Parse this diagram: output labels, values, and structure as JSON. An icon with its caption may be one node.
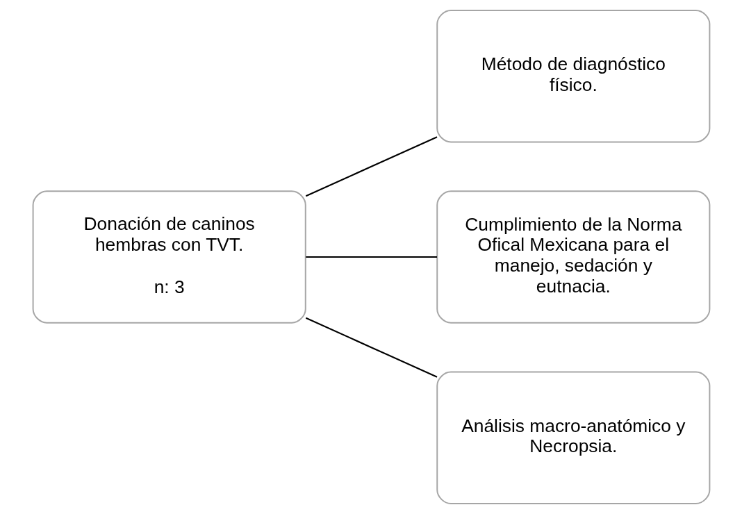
{
  "diagram": {
    "nodes": [
      {
        "text": [
          "Donación de caninos hembras con TVT.",
          "n: 3"
        ]
      },
      {
        "text": [
          "Método de diagnóstico físico."
        ]
      },
      {
        "text": [
          "Cumplimiento de la Norma Ofical Mexicana para el manejo, sedación y eutnacia."
        ]
      },
      {
        "text": [
          "Análisis macro-anatómico y Necropsia."
        ]
      }
    ],
    "edges": [
      {
        "from": 0,
        "to": 1,
        "arrow": "none"
      },
      {
        "from": 0,
        "to": 2,
        "arrow": "none"
      },
      {
        "from": 0,
        "to": 3,
        "arrow": "none"
      }
    ]
  }
}
